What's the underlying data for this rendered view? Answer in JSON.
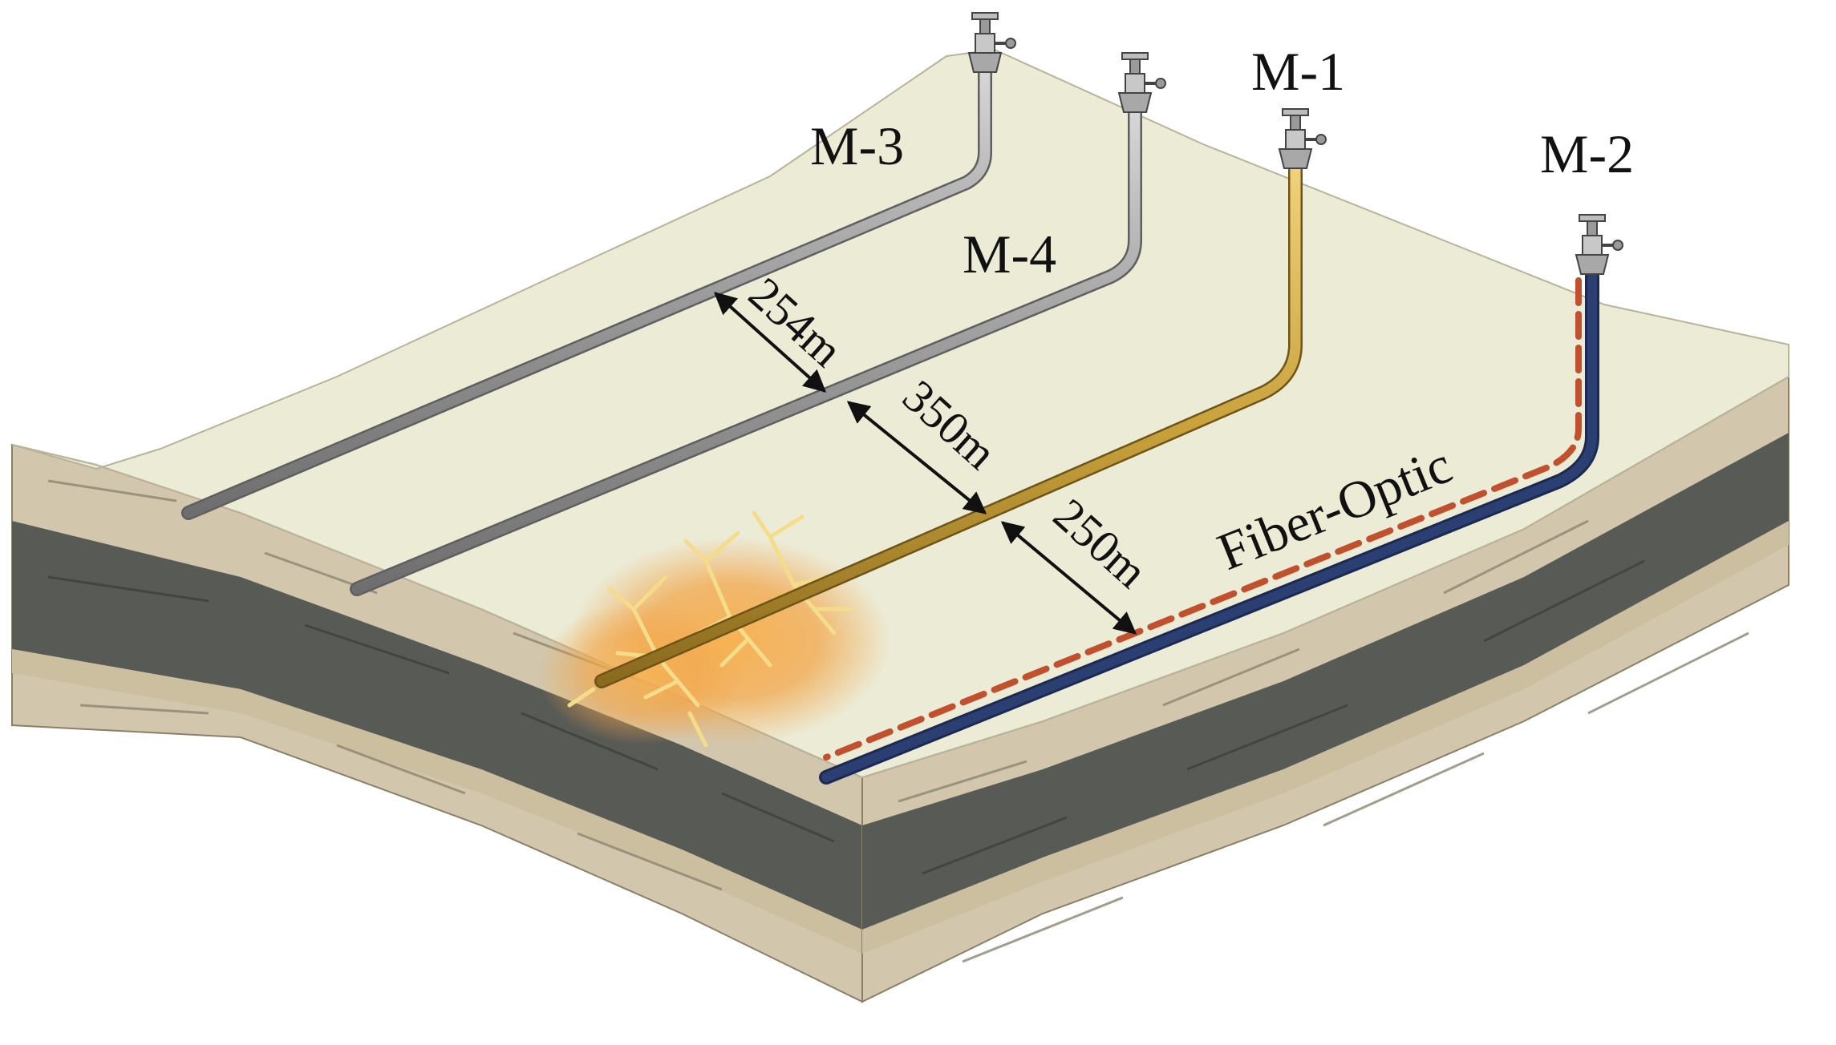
{
  "wells": [
    {
      "id": "M-3",
      "label": "M-3",
      "color": "#a9a9a9"
    },
    {
      "id": "M-4",
      "label": "M-4",
      "color": "#a9a9a9"
    },
    {
      "id": "M-1",
      "label": "M-1",
      "color": "#c9a23c"
    },
    {
      "id": "M-2",
      "label": "M-2",
      "color": "#2b3f73"
    }
  ],
  "spacings": [
    {
      "between": [
        "M-3",
        "M-4"
      ],
      "label": "254m"
    },
    {
      "between": [
        "M-4",
        "M-1"
      ],
      "label": "350m"
    },
    {
      "between": [
        "M-1",
        "M-2"
      ],
      "label": "250m"
    }
  ],
  "fiber": {
    "label": "Fiber-Optic",
    "color": "#c0502e"
  },
  "colors": {
    "surface": "#ecebd6",
    "sand_layer": "#d2c7ad",
    "shale_layer": "#585a55",
    "fracture_glow": "#f2a64a",
    "fracture_lines": "#f4dc8a"
  }
}
